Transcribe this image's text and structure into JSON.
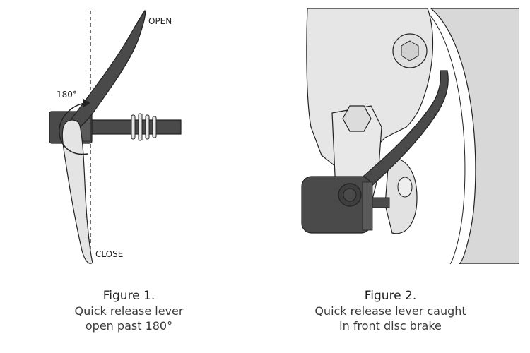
{
  "figure1": {
    "title": "Figure 1.",
    "line1": "Quick release lever",
    "line2": "open past 180°",
    "label_open": "OPEN",
    "label_close": "CLOSE",
    "label_angle": "180°"
  },
  "figure2": {
    "title": "Figure 2.",
    "line1": "Quick release lever caught",
    "line2": "in front disc brake"
  },
  "colors": {
    "dark": "#4a4a4a",
    "light": "#e4e4e4",
    "outline": "#222222",
    "rotor": "#d8d8d8"
  }
}
